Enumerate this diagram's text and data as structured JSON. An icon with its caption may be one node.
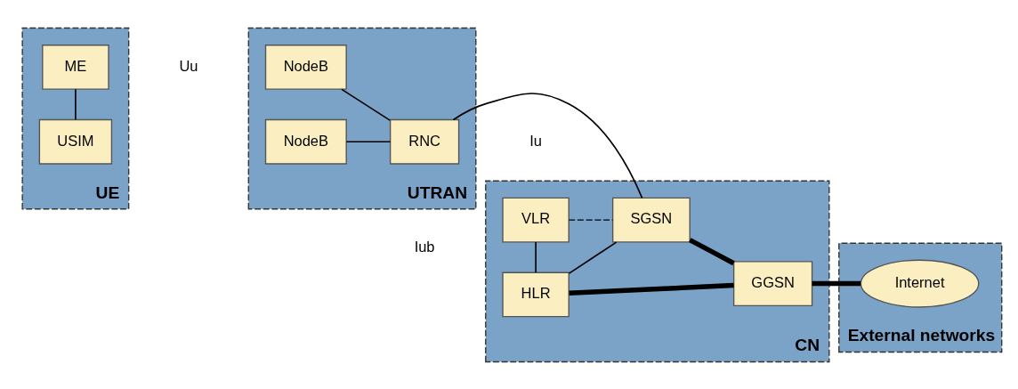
{
  "diagram": {
    "nodes": [
      {
        "text": [
          "UE"
        ]
      },
      {
        "text": [
          "USIM"
        ],
        "in": 0
      },
      {
        "text": [
          "ME"
        ],
        "in": 0
      },
      {
        "text": [
          "UTRAN"
        ]
      },
      {
        "text": [
          "NodeB"
        ],
        "in": 3
      },
      {
        "text": [
          "NodeB"
        ],
        "in": 3
      },
      {
        "text": [
          "RNC"
        ],
        "in": 3
      },
      {
        "text": [
          "CN"
        ]
      },
      {
        "text": [
          "VLR"
        ],
        "in": 7
      },
      {
        "text": [
          "HLR"
        ],
        "in": 7
      },
      {
        "text": [
          "SGSN"
        ],
        "in": 7
      },
      {
        "text": [
          "GGSN"
        ],
        "in": 7
      },
      {
        "text": [
          "External networks"
        ]
      },
      {
        "text": [
          "Internet"
        ],
        "in": 12
      }
    ],
    "edges": [
      {
        "from": 1,
        "to": 2,
        "arrow": "none"
      },
      {
        "from": 4,
        "to": 6,
        "arrow": "none"
      },
      {
        "from": 5,
        "to": 6,
        "arrow": "none"
      },
      {
        "from": 6,
        "to": 10,
        "arrow": "none"
      },
      {
        "from": 8,
        "to": 9,
        "arrow": "none"
      },
      {
        "from": 8,
        "to": 10,
        "arrow": "none",
        "style": "dashed"
      },
      {
        "from": 9,
        "to": 10,
        "arrow": "none"
      },
      {
        "from": 9,
        "to": 11,
        "arrow": "none",
        "style": "thick"
      },
      {
        "from": 10,
        "to": 11,
        "arrow": "none",
        "style": "thick"
      },
      {
        "from": 11,
        "to": 13,
        "arrow": "none",
        "style": "thick"
      }
    ],
    "labels": [
      "Uu",
      "Iu",
      "Iub"
    ]
  }
}
